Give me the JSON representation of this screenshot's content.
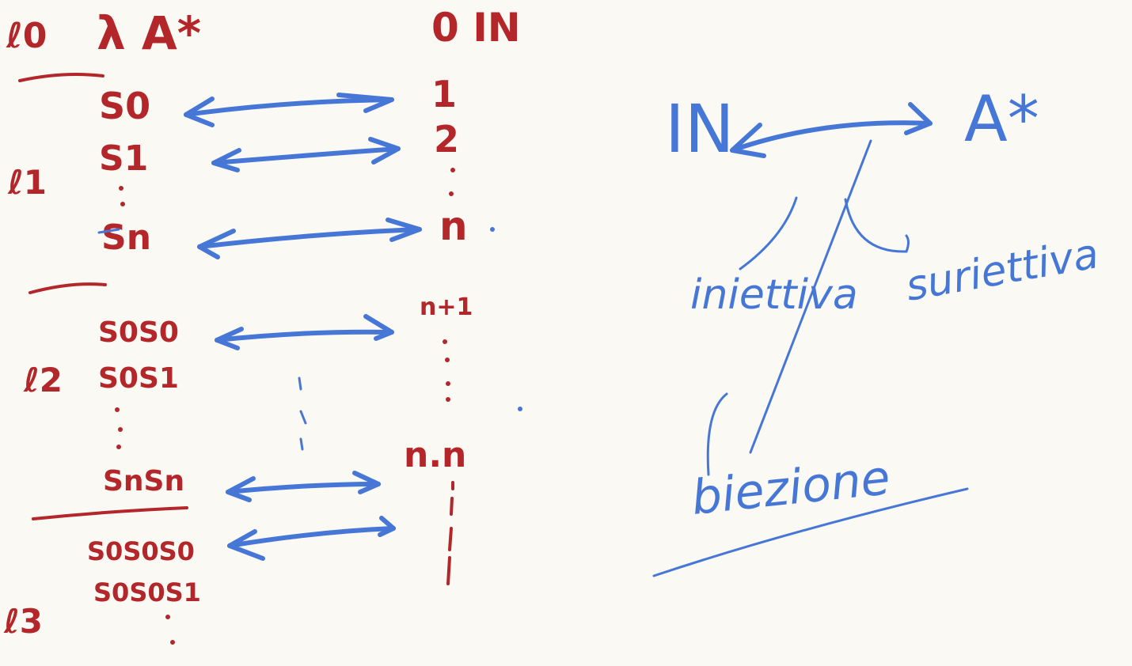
{
  "left": {
    "level_labels": [
      "ℓ0",
      "ℓ1",
      "ℓ2",
      "ℓ3"
    ],
    "a_star_header": "λ A*",
    "n_header": "0 IN",
    "strings": [
      "S0",
      "S1",
      "Sn",
      "S0S0",
      "S0S1",
      "SnSn",
      "S0S0S0",
      "S0S0S1"
    ],
    "numbers": [
      "1",
      "2",
      "n",
      "n+1",
      "n.n"
    ]
  },
  "right": {
    "n_set": "IN",
    "a_star": "A*",
    "labels": [
      "iniettiva",
      "suriettiva",
      "biezione"
    ]
  },
  "colors": {
    "red_ink": "#b3272b",
    "blue_ink": "#4677d6",
    "background": "#fbf9f3"
  }
}
